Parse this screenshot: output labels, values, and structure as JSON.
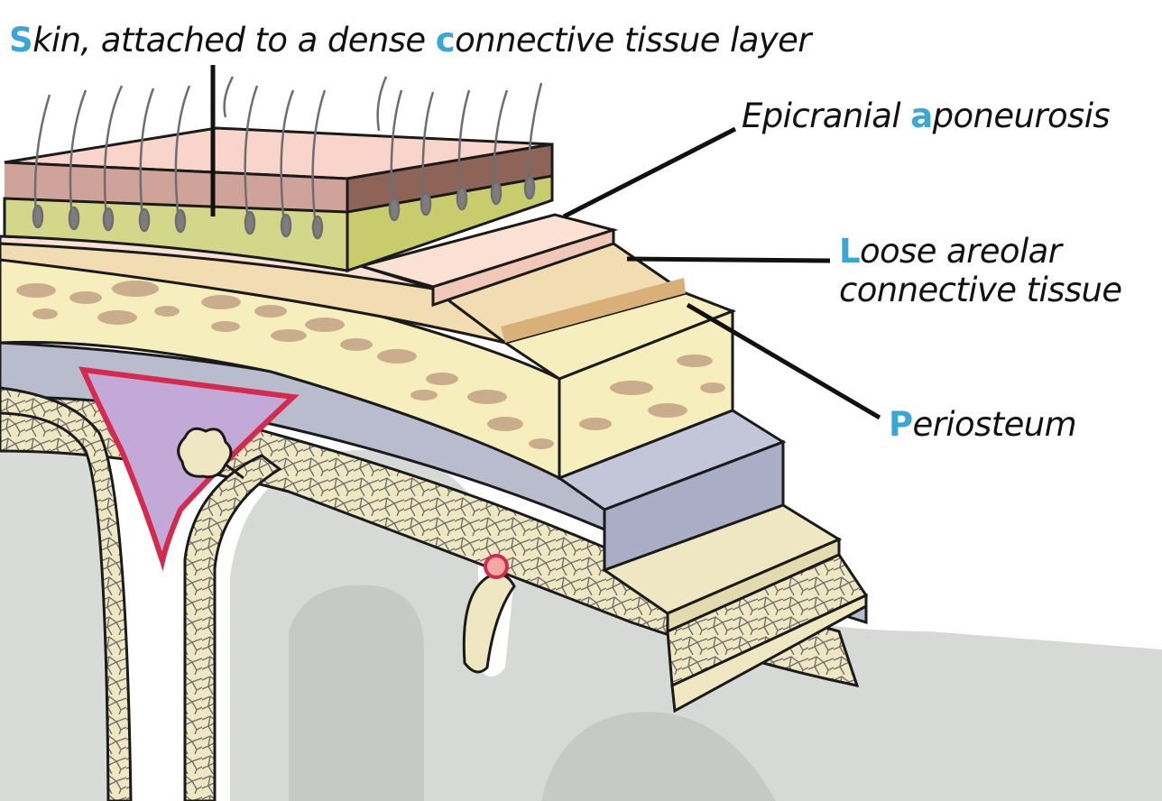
{
  "accent_color": "#3aa6d6",
  "labels": {
    "skin": {
      "initial": "S",
      "text_a": "kin, attached to a dense ",
      "initial2": "c",
      "text_b": "onnective tissue layer"
    },
    "aponeurosis": {
      "text_a": "Epicranial ",
      "initial": "a",
      "text_b": "poneurosis"
    },
    "loose": {
      "initial": "L",
      "text_a": "oose areolar",
      "line2": "connective tissue"
    },
    "periosteum": {
      "initial": "P",
      "text_a": "eriosteum"
    }
  }
}
